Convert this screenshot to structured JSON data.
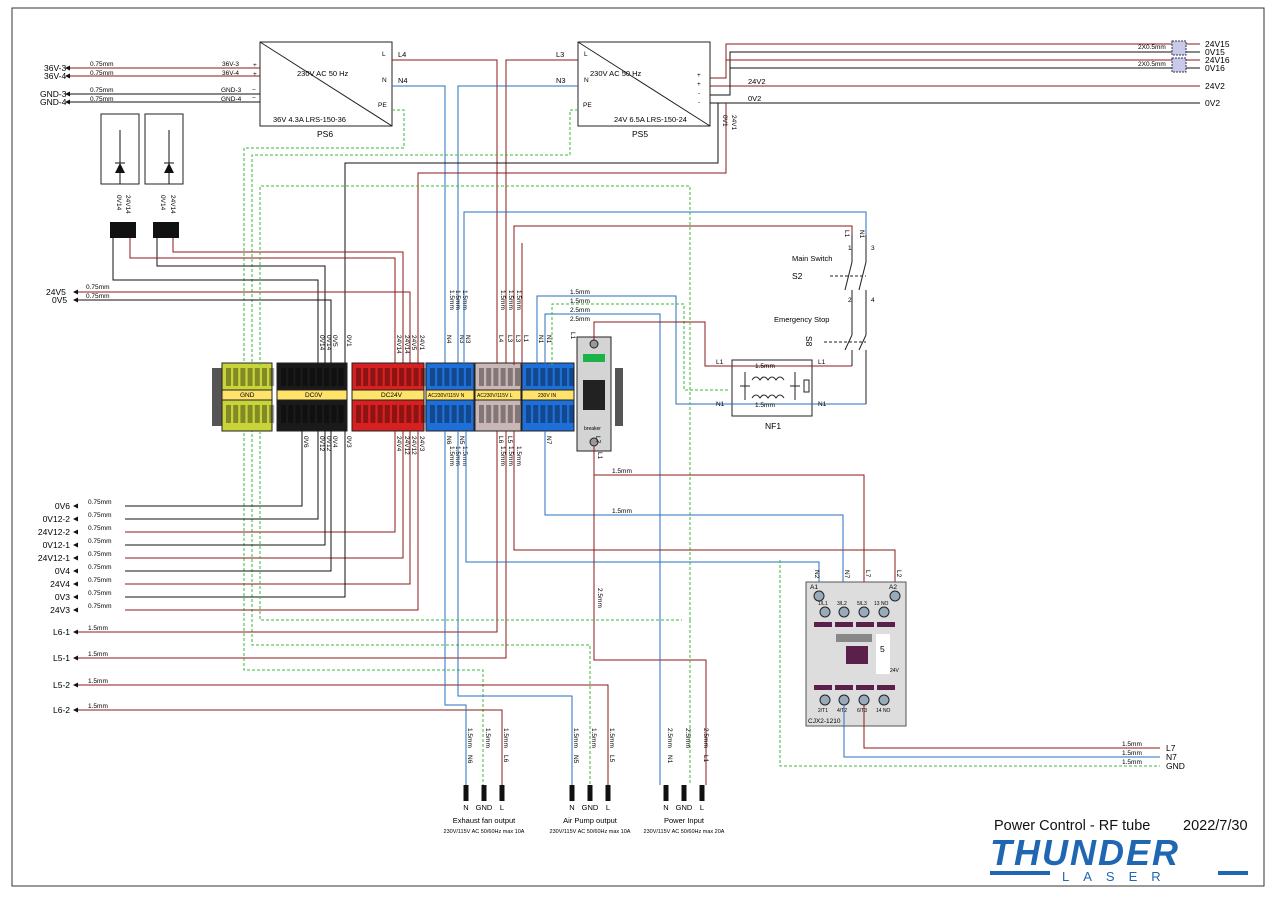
{
  "power_supplies": {
    "ps6": {
      "input": "230V AC 50 Hz",
      "rating": "36V 4.3A  LRS-150-36",
      "name": "PS6",
      "pins": {
        "l": "L",
        "n": "N",
        "pe": "PE",
        "plus": "+",
        "minus": "−"
      }
    },
    "ps5": {
      "input": "230V AC 50 Hz",
      "rating": "24V 6.5A  LRS-150-24",
      "name": "PS5",
      "pins": {
        "l": "L",
        "n": "N",
        "pe": "PE",
        "plus": "+",
        "minus": "-"
      }
    }
  },
  "left_outputs": {
    "psu36": [
      {
        "label": "36V-3",
        "size": "0.75mm",
        "inner": "36V-3"
      },
      {
        "label": "36V-4",
        "size": "0.75mm",
        "inner": "36V-4"
      },
      {
        "label": "GND-3",
        "size": "0.75mm",
        "inner": "GND-3"
      },
      {
        "label": "GND-4",
        "size": "0.75mm",
        "inner": "GND-4"
      }
    ],
    "v5": [
      {
        "label": "24V5",
        "size": "0.75mm"
      },
      {
        "label": "0V5",
        "size": "0.75mm"
      }
    ],
    "lower": [
      {
        "label": "0V6",
        "size": "0.75mm"
      },
      {
        "label": "0V12-2",
        "size": "0.75mm"
      },
      {
        "label": "24V12-2",
        "size": "0.75mm"
      },
      {
        "label": "0V12-1",
        "size": "0.75mm"
      },
      {
        "label": "24V12-1",
        "size": "0.75mm"
      },
      {
        "label": "0V4",
        "size": "0.75mm"
      },
      {
        "label": "24V4",
        "size": "0.75mm"
      },
      {
        "label": "0V3",
        "size": "0.75mm"
      },
      {
        "label": "24V3",
        "size": "0.75mm"
      },
      {
        "label": "L6-1",
        "size": "1.5mm"
      },
      {
        "label": "L5-1",
        "size": "1.5mm"
      },
      {
        "label": "L5-2",
        "size": "1.5mm"
      },
      {
        "label": "L6-2",
        "size": "1.5mm"
      }
    ]
  },
  "right_outputs": [
    {
      "label": "24V15",
      "size": "2X0.5mm"
    },
    {
      "label": "0V15",
      "size": ""
    },
    {
      "label": "24V16",
      "size": "2X0.5mm"
    },
    {
      "label": "0V16",
      "size": ""
    },
    {
      "label": "24V2",
      "size": "",
      "inner": "24V2"
    },
    {
      "label": "0V2",
      "size": "",
      "inner": "0V2"
    }
  ],
  "ps_wires": {
    "l4": "L4",
    "n4": "N4",
    "l3": "L3",
    "n3": "N3",
    "v0v1": "0V1",
    "v24v1": "24V1"
  },
  "indicators": [
    {
      "top": "0V14",
      "bottom": "24V14"
    },
    {
      "top": "0V14",
      "bottom": "24V14"
    }
  ],
  "terminal_groups": [
    {
      "name": "GND"
    },
    {
      "name": "DC0V"
    },
    {
      "name": "DC24V"
    },
    {
      "name": "AC230V/115V N"
    },
    {
      "name": "AC230V/115V L"
    },
    {
      "name": "230V IN"
    }
  ],
  "terminal_top_labels": [
    "0V14",
    "0V14",
    "0V5",
    "0V1",
    "24V14",
    "24V14",
    "24V5",
    "24V1",
    "N4",
    "N3",
    "N3",
    "N1",
    "L4",
    "L3",
    "L3",
    "N1",
    "L1"
  ],
  "terminal_bottom_labels": [
    "0V6",
    "0V12",
    "0V12",
    "0V4",
    "0V3",
    "24V4",
    "24V12",
    "24V12",
    "24V3",
    "N6",
    "N5",
    "L6",
    "L5",
    "N7",
    "L7"
  ],
  "wire_sizes_top": [
    "1.5mm",
    "1.5mm",
    "1.5mm",
    "1.5mm",
    "1.5mm",
    "1.5mm"
  ],
  "wire_sizes_bottom": [
    "1.5mm",
    "1.5mm",
    "1.5mm",
    "1.5mm",
    "1.5mm",
    "1.5mm"
  ],
  "breaker": {
    "label": "breaker",
    "in": "L1",
    "out": "L1"
  },
  "breaker_wires": [
    "1.5mm",
    "1.5mm",
    "2.5mm",
    "2.5mm",
    "1.5mm",
    "1.5mm",
    "2.5mm"
  ],
  "switches": {
    "main": {
      "label": "Main Switch",
      "ref": "S2",
      "pins": [
        "L1",
        "N1",
        "1",
        "2",
        "3",
        "4",
        "N2"
      ]
    },
    "estop": {
      "label": "Emergency Stop",
      "ref": "S8"
    }
  },
  "filter": {
    "name": "NF1",
    "wire_size": "1.5mm",
    "ports": [
      "L1",
      "N1",
      "L1",
      "N1"
    ]
  },
  "contactor": {
    "model": "CJX2-1210",
    "wires_in": [
      "N2",
      "N7",
      "L7",
      "L2"
    ],
    "top_pins": [
      "A1",
      "1/L1",
      "3/L2",
      "5/L3",
      "13 NO",
      "A2"
    ],
    "bottom_pins": [
      "2/T1",
      "4/T2",
      "6/T3",
      "14 NO"
    ],
    "side_label": "5",
    "coil": "24V"
  },
  "contactor_out": [
    {
      "label": "L7",
      "size": "1.5mm"
    },
    {
      "label": "N7",
      "size": "1.5mm"
    },
    {
      "label": "GND",
      "size": "1.5mm"
    }
  ],
  "connectors": [
    {
      "title": "Exhaust fan output",
      "spec": "230V/115V AC 50/60Hz max 10A",
      "pins": [
        "N",
        "GND",
        "L"
      ],
      "wires": [
        "N6",
        "",
        "L6"
      ],
      "sizes": [
        "1.5mm",
        "1.5mm",
        "1.5mm"
      ]
    },
    {
      "title": "Air Pump output",
      "spec": "230V/115V AC 50/60Hz max 10A",
      "pins": [
        "N",
        "GND",
        "L"
      ],
      "wires": [
        "N5",
        "",
        "L5"
      ],
      "sizes": [
        "1.5mm",
        "1.5mm",
        "1.5mm"
      ]
    },
    {
      "title": "Power Input",
      "spec": "230V/115V AC 50/60Hz max 20A",
      "pins": [
        "N",
        "GND",
        "L"
      ],
      "wires": [
        "N1",
        "",
        "L1"
      ],
      "sizes": [
        "2.5mm",
        "2.5mm",
        "2.5mm"
      ]
    }
  ],
  "title_block": {
    "title": "Power Control - RF tube",
    "date": "2022/7/30",
    "logo": "THUNDER",
    "logo_sub": "LASER"
  },
  "colors": {
    "live": "#8b1a1a",
    "neutral": "#2a6fc0",
    "ground": "#3cba3c",
    "dc": "#111111",
    "brand": "#1f66b3"
  }
}
